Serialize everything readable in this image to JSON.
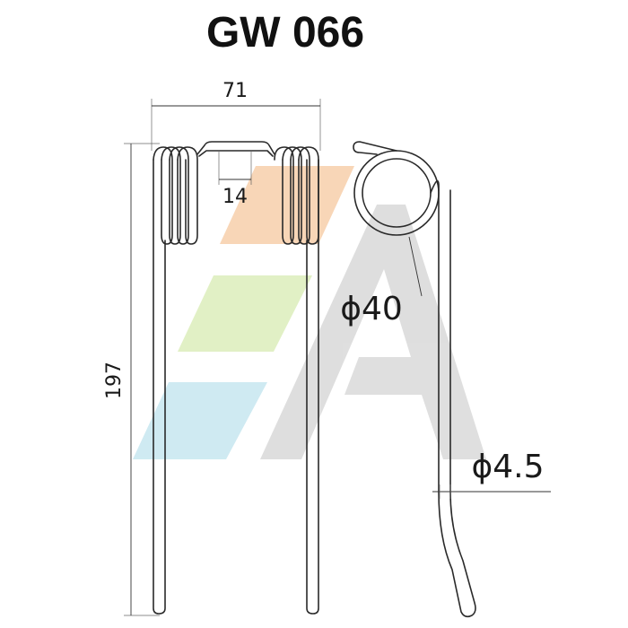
{
  "title": "GW 066",
  "dimensions": {
    "width": "71",
    "gap": "14",
    "height": "197",
    "coil_diameter": "ϕ40",
    "wire_diameter": "ϕ4.5"
  },
  "watermark": {
    "band_colors": [
      "#f6c9a0",
      "#d8ecb2",
      "#bfe4ee"
    ],
    "letter_color": "#d4d4d4"
  }
}
